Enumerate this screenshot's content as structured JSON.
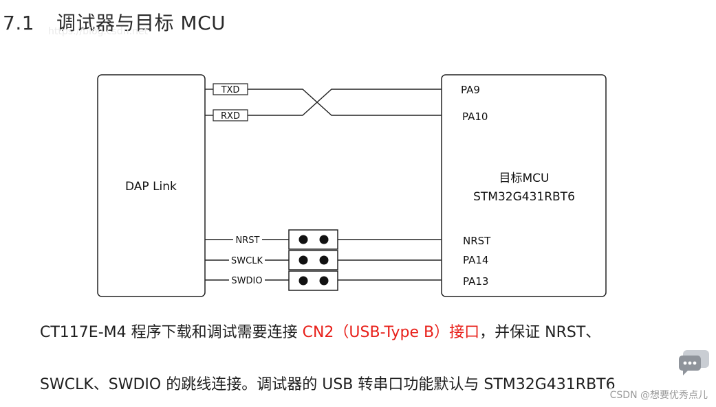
{
  "heading": {
    "number": "7.1",
    "title": "调试器与目标 MCU"
  },
  "watermark": "https://blog.csdn.net",
  "diagram": {
    "dap": {
      "label": "DAP Link"
    },
    "mcu": {
      "label": "目标MCU",
      "part": "STM32G431RBT6"
    },
    "uart": {
      "txd": "TXD",
      "rxd": "RXD",
      "pa9": "PA9",
      "pa10": "PA10"
    },
    "swd": {
      "signals": [
        "NRST",
        "SWCLK",
        "SWDIO"
      ],
      "pins": [
        "NRST",
        "PA14",
        "PA13"
      ]
    }
  },
  "paragraph": {
    "l1_pre": "CT117E-M4 程序下载和调试需要连接 ",
    "l1_red": "CN2（USB-Type B）接口",
    "l1_post": "，并保证 NRST、",
    "l2": "SWCLK、SWDIO 的跳线连接。调试器的 USB 转串口功能默认与 STM32G431RBT6"
  },
  "footer": {
    "csdn": "CSDN @想要优秀点儿"
  },
  "colors": {
    "highlight": "#e8201a",
    "ink": "#222222"
  }
}
